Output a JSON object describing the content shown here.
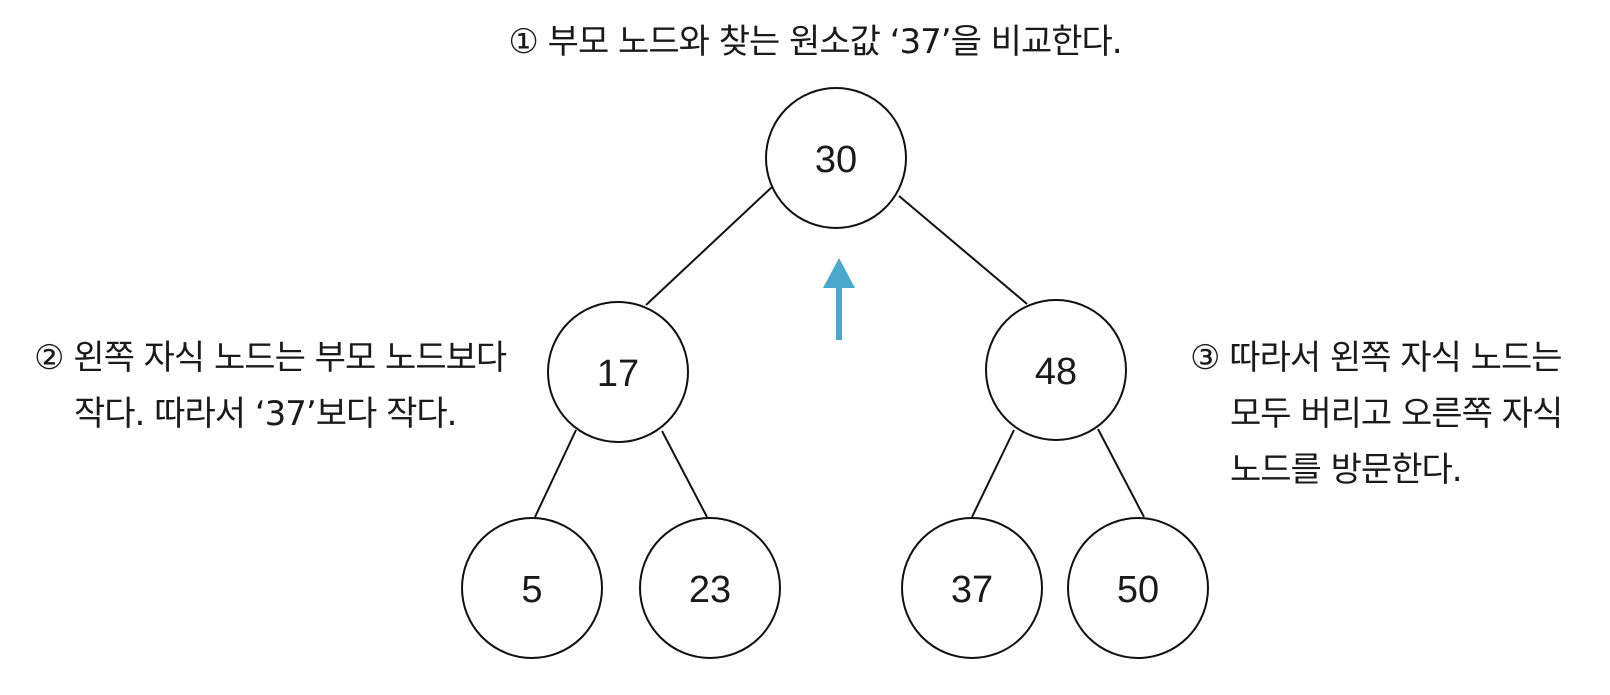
{
  "captions": {
    "step1": "① 부모 노드와 찾는 원소값 ‘37’을 비교한다.",
    "step2_line1": "② 왼쪽 자식 노드는 부모 노드보다",
    "step2_line2": "작다. 따라서 ‘37’보다 작다.",
    "step3_line1": "③ 따라서 왼쪽 자식 노드는",
    "step3_line2": "모두 버리고 오른쪽 자식",
    "step3_line3": "노드를 방문한다."
  },
  "tree": {
    "root": "30",
    "left": "17",
    "right": "48",
    "left_left": "5",
    "left_right": "23",
    "right_left": "37",
    "right_right": "50"
  },
  "colors": {
    "arrow": "#4aa8cc",
    "line": "#111111"
  },
  "icons": {
    "arrow": "arrow-up-icon"
  }
}
